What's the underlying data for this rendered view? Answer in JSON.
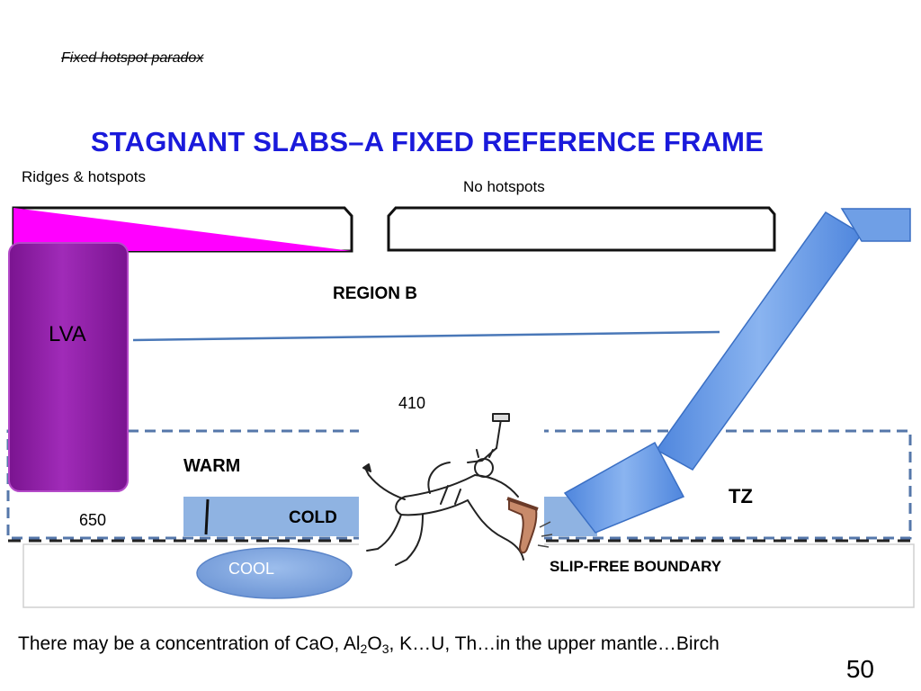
{
  "slide": {
    "kicker": "Fixed hotspot paradox",
    "title": "STAGNANT SLABS–A FIXED REFERENCE FRAME",
    "page_number": "50"
  },
  "labels": {
    "ridges_hotspots": "Ridges & hotspots",
    "no_hotspots": "No hotspots",
    "region_b": "REGION B",
    "lva": "LVA",
    "depth_410": "410",
    "warm": "WARM",
    "tz": "TZ",
    "depth_650": "650",
    "cold": "COLD",
    "cool": "COOL",
    "slip_free_boundary": "SLIP-FREE BOUNDARY"
  },
  "caption": {
    "part1": "There may be a concentration of CaO, Al",
    "sub1": "2",
    "part2": "O",
    "sub2": "3",
    "part3": ", K…U, Th…in the upper mantle…Birch"
  },
  "colors": {
    "title": "#1a1adb",
    "ridge_wedge": "#ff00ff",
    "lva_column": "#8e1ba0",
    "slab": "#6f9fe6",
    "cold_layer": "#8fb3e2",
    "cool_blob": "#7ea5de",
    "dashed_border": "#5577aa"
  },
  "illustration": "devil-hammering-nail"
}
